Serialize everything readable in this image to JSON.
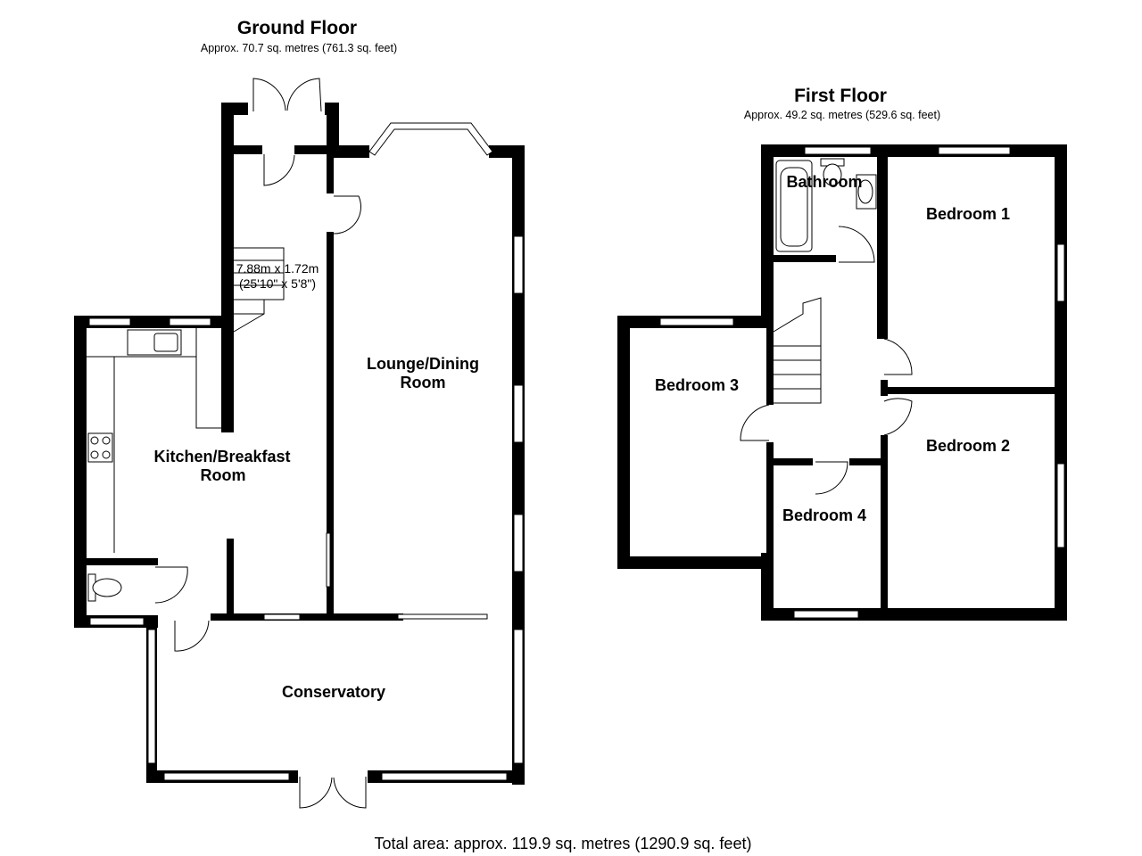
{
  "ground_floor": {
    "title": "Ground Floor",
    "area": "Approx. 70.7 sq. metres (761.3 sq. feet)",
    "rooms": {
      "lounge_line1": "Lounge/Dining",
      "lounge_line2": "Room",
      "kitchen_line1": "Kitchen/Breakfast",
      "kitchen_line2": "Room",
      "conservatory": "Conservatory"
    },
    "hall_dim_metric": "7.88m x 1.72m",
    "hall_dim_imperial": "(25'10\" x 5'8\")"
  },
  "first_floor": {
    "title": "First Floor",
    "area": "Approx. 49.2 sq. metres (529.6 sq. feet)",
    "rooms": {
      "bathroom": "Bathroom",
      "bedroom1": "Bedroom 1",
      "bedroom2": "Bedroom 2",
      "bedroom3": "Bedroom 3",
      "bedroom4": "Bedroom 4"
    }
  },
  "total_area": "Total area: approx. 119.9 sq. metres (1290.9 sq. feet)"
}
